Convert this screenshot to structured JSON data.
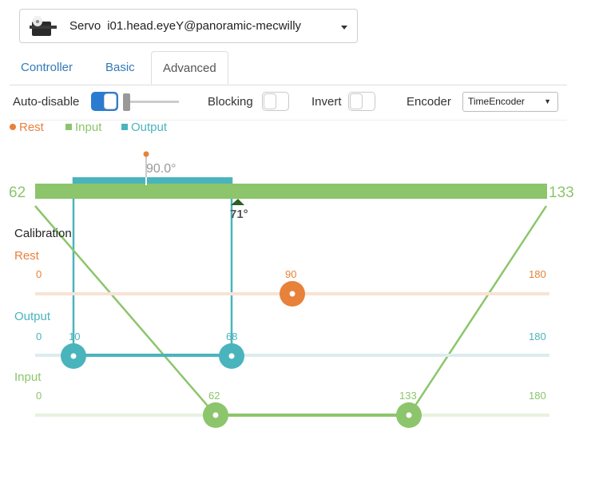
{
  "servo_selector": {
    "type_label": "Servo",
    "name": "i01.head.eyeY@panoramic-mecwilly"
  },
  "tabs": [
    {
      "label": "Controller",
      "active": false
    },
    {
      "label": "Basic",
      "active": false
    },
    {
      "label": "Advanced",
      "active": true
    }
  ],
  "toolbar": {
    "auto_disable_label": "Auto-disable",
    "auto_disable_on": true,
    "blocking_label": "Blocking",
    "blocking_on": false,
    "invert_label": "Invert",
    "invert_on": false,
    "encoder_label": "Encoder",
    "encoder_value": "TimeEncoder"
  },
  "legend": {
    "rest": "Rest",
    "input": "Input",
    "output": "Output"
  },
  "colors": {
    "rest": "#e8813a",
    "input": "#8cc56b",
    "output": "#4ab4bd",
    "toggle_on": "#2b7bd0"
  },
  "position_bar": {
    "min": "62",
    "max": "133",
    "rest_value": "90.0°",
    "current_value": "71°"
  },
  "calibration": {
    "title": "Calibration",
    "rest": {
      "label": "Rest",
      "min": "0",
      "max": "180",
      "value": "90"
    },
    "output": {
      "label": "Output",
      "min": "0",
      "max": "180",
      "low": "10",
      "high": "68"
    },
    "input": {
      "label": "Input",
      "min": "0",
      "max": "180",
      "low": "62",
      "high": "133"
    }
  }
}
